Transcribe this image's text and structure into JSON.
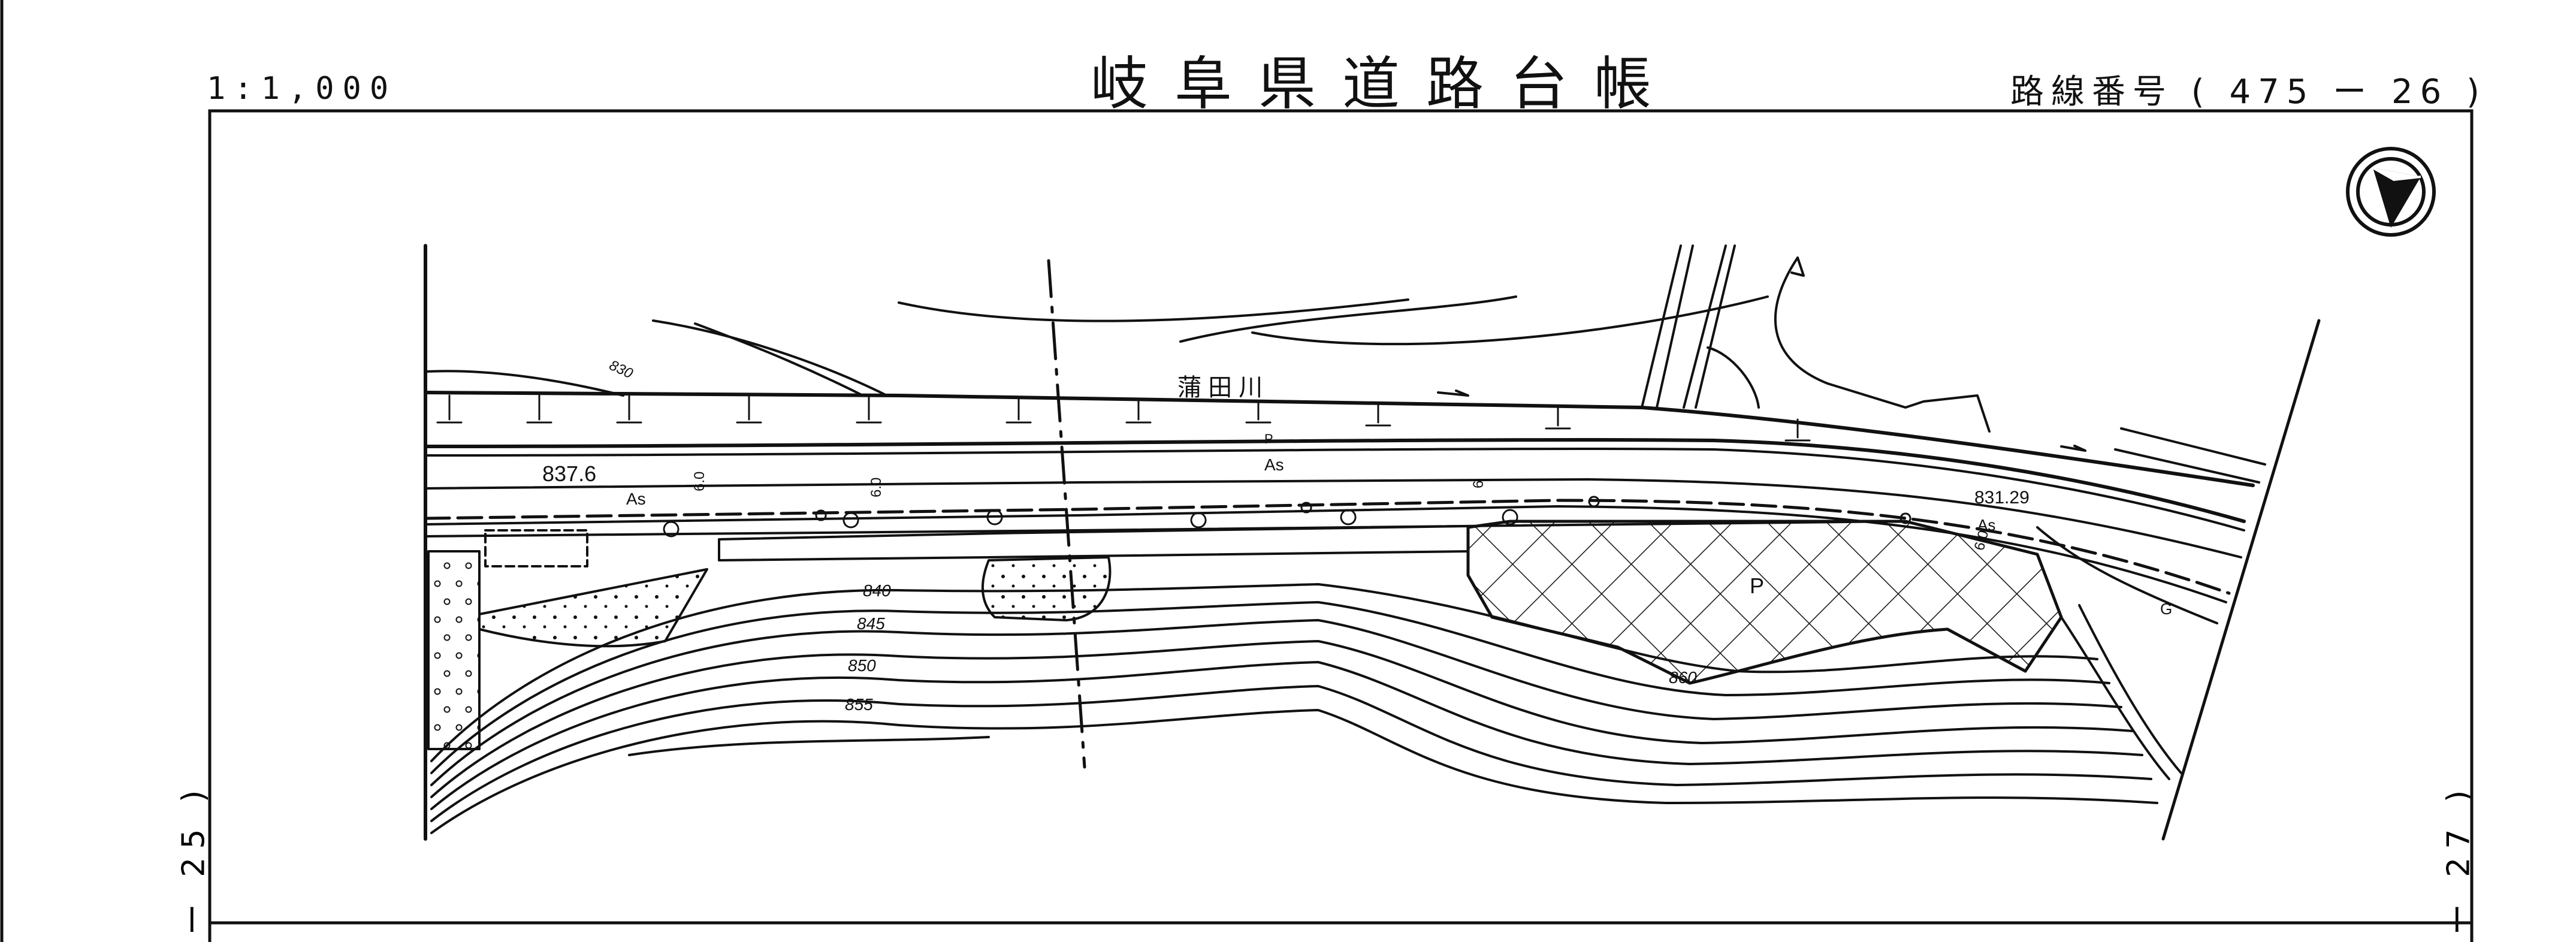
{
  "header": {
    "scale": "1:1,000",
    "title": "岐阜県道路台帳",
    "route_number": "路線番号 ( 475 ー 26 )"
  },
  "margins": {
    "left_page_ref": "ー 25 )",
    "right_page_ref": "ー 27 )"
  },
  "map": {
    "river_name": "蒲 田 川",
    "labels": {
      "elevation_start": "837.6",
      "elevation_end": "831.29",
      "asphalt": "As",
      "parking": "P",
      "guardrail": "G",
      "width_1": "6.0",
      "width_2": "6.0",
      "width_3": "6.0",
      "width_4": "6",
      "contour_840": "840",
      "contour_845": "845",
      "contour_850": "850",
      "contour_855": "855",
      "contour_860": "860",
      "contour_830": "830"
    }
  }
}
